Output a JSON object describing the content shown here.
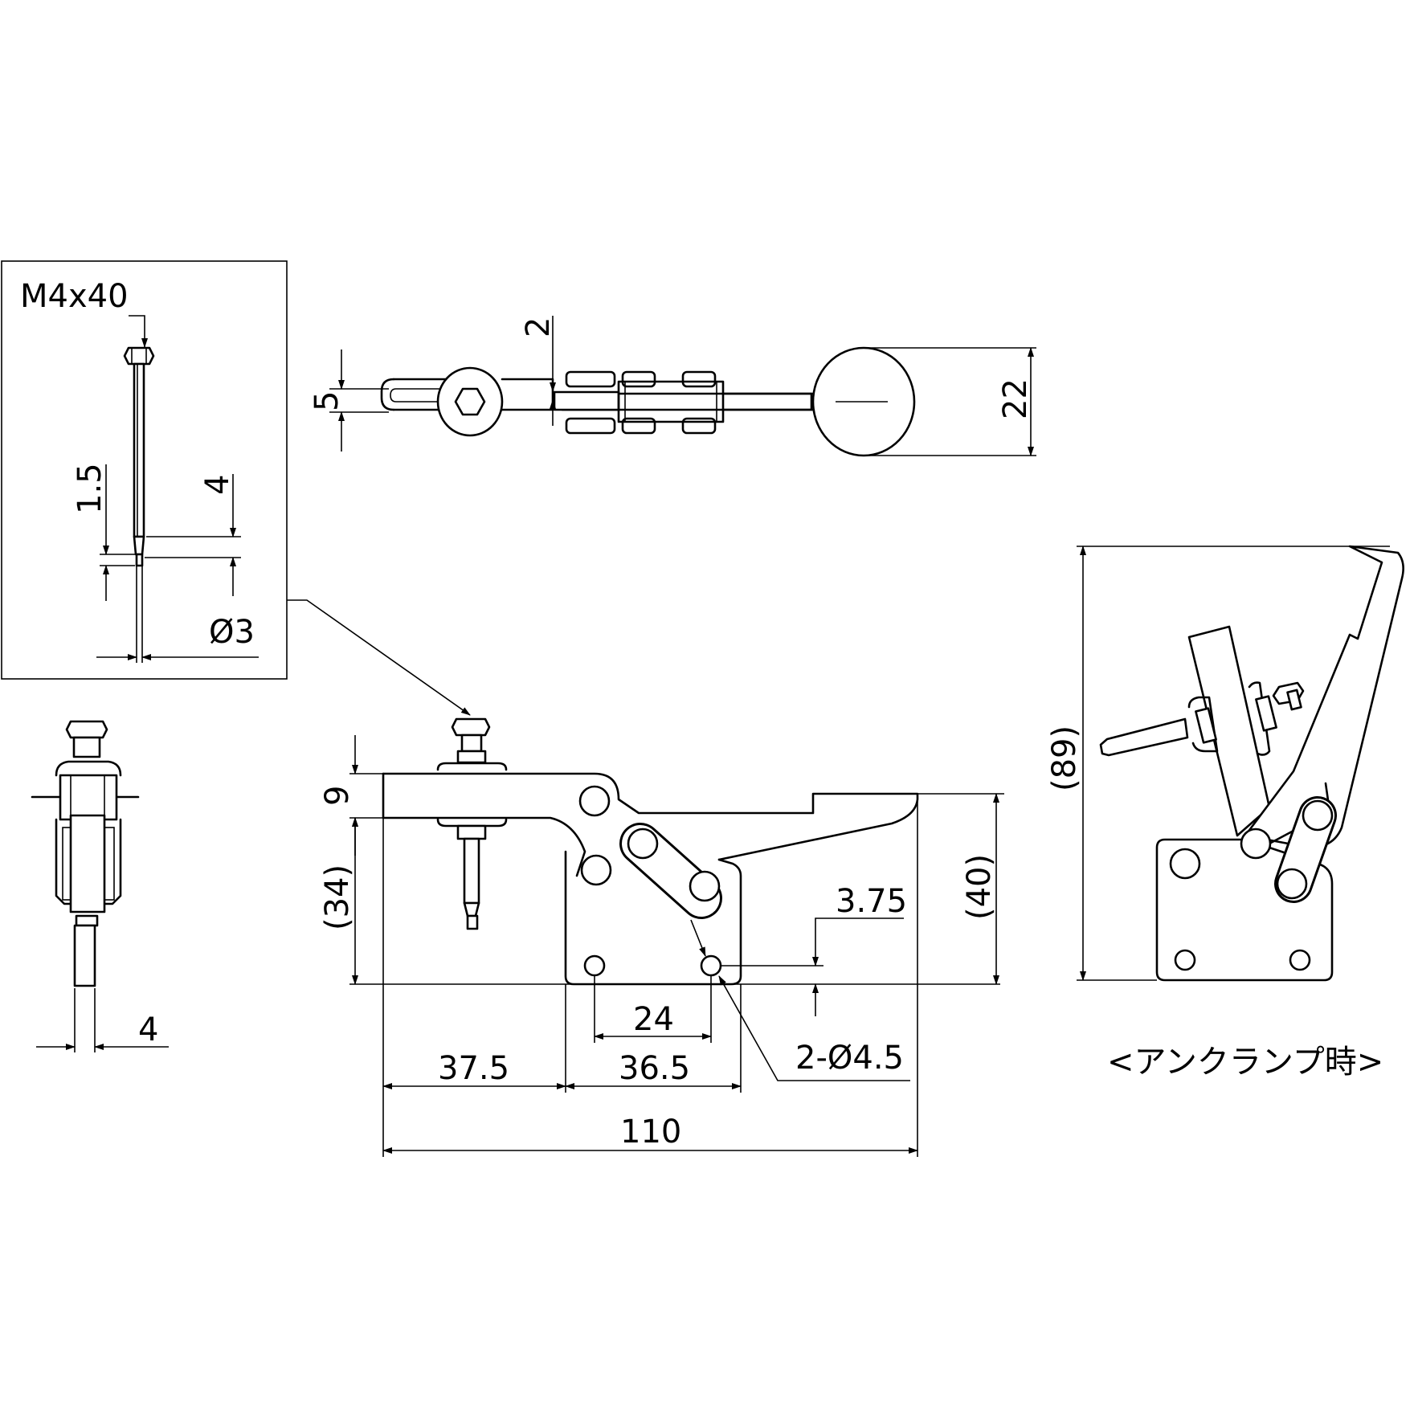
{
  "detail_box": {
    "bolt_label": "M4x40",
    "dim_tip_length": "1.5",
    "dim_taper_length": "4",
    "dim_tip_diameter": "Ø3"
  },
  "top_view": {
    "dim_slot": "5",
    "dim_offset": "2",
    "dim_knob": "22"
  },
  "side_view": {
    "dim_arm_thickness": "9",
    "dim_arm_height": "(34)",
    "dim_total_height": "(40)",
    "dim_hole_offset": "3.75",
    "dim_hole_pitch": "24",
    "dim_holes": "2-Ø4.5",
    "dim_arm_length": "37.5",
    "dim_base_length": "36.5",
    "dim_total_length": "110"
  },
  "front_view": {
    "dim_width": "4"
  },
  "unclamped_view": {
    "dim_height": "(89)",
    "caption": "<アンクランプ時>"
  }
}
